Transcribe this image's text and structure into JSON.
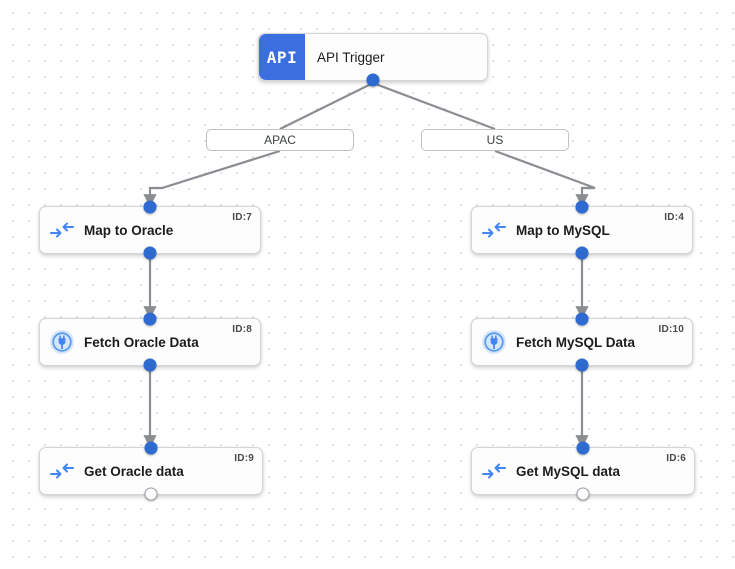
{
  "canvas": {
    "background_color": "#ffffff",
    "grid_dot_color": "#dcdcdc",
    "accent_color": "#3b6fe0",
    "port_color": "#2f6ad1",
    "edge_color": "#8a8d91"
  },
  "trigger": {
    "badge_text": "API",
    "label": "API Trigger",
    "icon": "api-icon"
  },
  "branches": [
    {
      "label": "APAC"
    },
    {
      "label": "US"
    }
  ],
  "nodes": [
    {
      "label": "Map to Oracle",
      "id_label": "ID:7",
      "icon": "mapping-arrows-icon",
      "terminal": false
    },
    {
      "label": "Fetch Oracle Data",
      "id_label": "ID:8",
      "icon": "database-plug-icon",
      "terminal": false
    },
    {
      "label": "Get Oracle data",
      "id_label": "ID:9",
      "icon": "mapping-arrows-icon",
      "terminal": true
    },
    {
      "label": "Map to MySQL",
      "id_label": "ID:4",
      "icon": "mapping-arrows-icon",
      "terminal": false
    },
    {
      "label": "Fetch MySQL Data",
      "id_label": "ID:10",
      "icon": "database-plug-icon",
      "terminal": false
    },
    {
      "label": "Get MySQL data",
      "id_label": "ID:6",
      "icon": "mapping-arrows-icon",
      "terminal": true
    }
  ]
}
